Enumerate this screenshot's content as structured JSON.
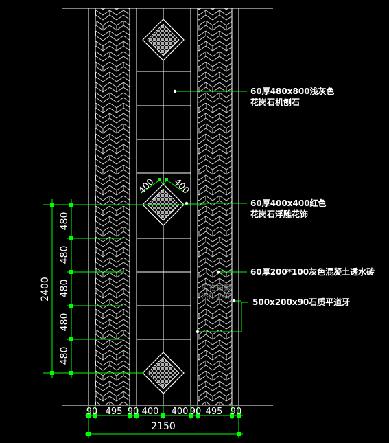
{
  "callouts": [
    {
      "line1": "60厚480x800浅灰色",
      "line2": "花岗石机刨石"
    },
    {
      "line1": "60厚400x400红色",
      "line2": "花岗石浮雕花饰"
    },
    {
      "line1": "60厚200*100灰色混凝土透水砖",
      "line2": ""
    },
    {
      "line1": "500x200x90石质平道牙",
      "line2": ""
    }
  ],
  "dims": {
    "vertical_total": "2400",
    "vertical_segments": [
      "480",
      "480",
      "480",
      "480",
      "480"
    ],
    "diamond_sides": [
      "400",
      "400"
    ],
    "bottom_segments": [
      "90",
      "495",
      "90",
      "400",
      "400",
      "90",
      "495",
      "90"
    ],
    "bottom_total": "2150"
  },
  "watermark": {
    "line1": "实物拍摄",
    "line2": "盗用必究"
  },
  "colors": {
    "background": "#000000",
    "linework": "#ffffff",
    "dimension": "#00ff00"
  }
}
